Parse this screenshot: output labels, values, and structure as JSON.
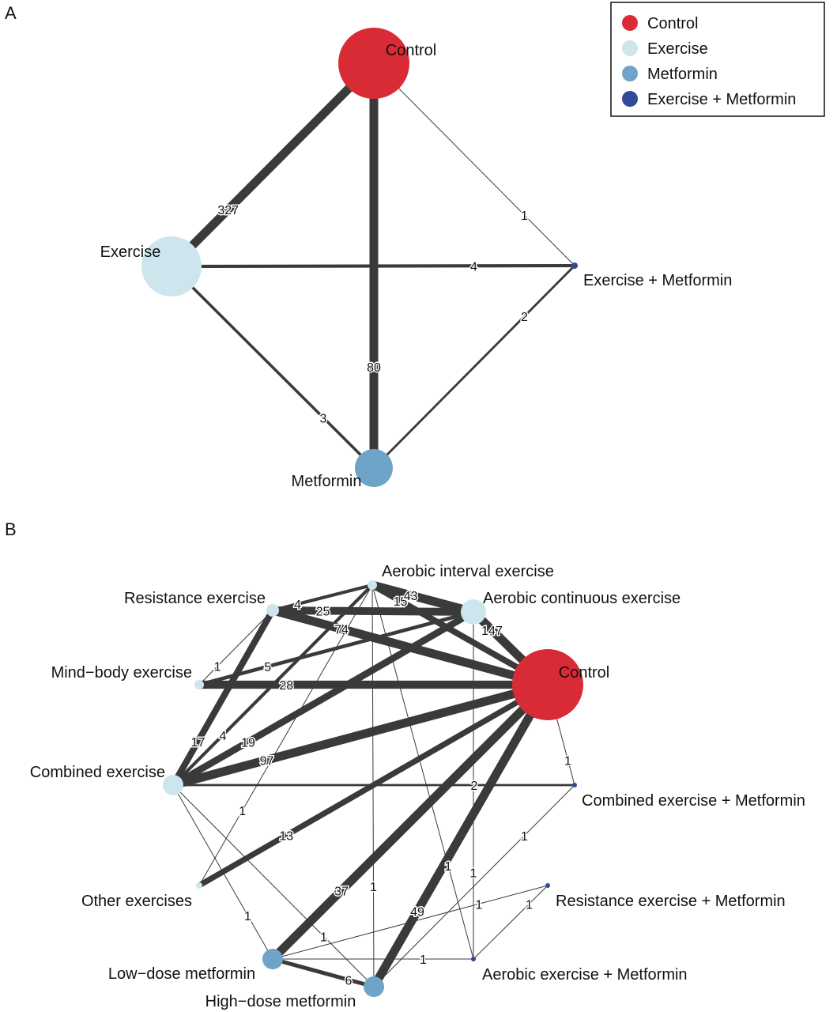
{
  "colors": {
    "control": "#d92b35",
    "exercise": "#cde6ee",
    "metformin": "#6fa3c7",
    "combo": "#2f4a98",
    "edge": "#3a3a3a"
  },
  "legend": [
    {
      "label": "Control",
      "color": "#d92b35"
    },
    {
      "label": "Exercise",
      "color": "#cde6ee"
    },
    {
      "label": "Metformin",
      "color": "#6fa3c7"
    },
    {
      "label": "Exercise + Metformin",
      "color": "#2f4a98"
    }
  ],
  "panels": [
    {
      "letter": "A",
      "nodes": [
        {
          "id": "control",
          "label": "Control",
          "group": "control"
        },
        {
          "id": "exercise",
          "label": "Exercise",
          "group": "exercise"
        },
        {
          "id": "exmet",
          "label": "Exercise + Metformin",
          "group": "combo"
        },
        {
          "id": "metformin",
          "label": "Metformin",
          "group": "metformin"
        }
      ],
      "edges": [
        {
          "from": "control",
          "to": "exercise",
          "value": 327
        },
        {
          "from": "control",
          "to": "metformin",
          "value": 80
        },
        {
          "from": "control",
          "to": "exmet",
          "value": 1
        },
        {
          "from": "exercise",
          "to": "exmet",
          "value": 4
        },
        {
          "from": "exercise",
          "to": "metformin",
          "value": 3
        },
        {
          "from": "metformin",
          "to": "exmet",
          "value": 2
        }
      ]
    },
    {
      "letter": "B",
      "nodes": [
        {
          "id": "aie",
          "label": "Aerobic interval exercise",
          "group": "exercise"
        },
        {
          "id": "ace",
          "label": "Aerobic continuous exercise",
          "group": "exercise"
        },
        {
          "id": "control",
          "label": "Control",
          "group": "control"
        },
        {
          "id": "cem",
          "label": "Combined exercise + Metformin",
          "group": "combo"
        },
        {
          "id": "rem",
          "label": "Resistance exercise + Metformin",
          "group": "combo"
        },
        {
          "id": "aem",
          "label": "Aerobic exercise + Metformin",
          "group": "combo"
        },
        {
          "id": "hdm",
          "label": "High−dose metformin",
          "group": "metformin"
        },
        {
          "id": "ldm",
          "label": "Low−dose metformin",
          "group": "metformin"
        },
        {
          "id": "oth",
          "label": "Other exercises",
          "group": "exercise"
        },
        {
          "id": "ce",
          "label": "Combined exercise",
          "group": "exercise"
        },
        {
          "id": "mbe",
          "label": "Mind−body exercise",
          "group": "exercise"
        },
        {
          "id": "re",
          "label": "Resistance exercise",
          "group": "exercise"
        }
      ],
      "edges": [
        {
          "from": "ace",
          "to": "control",
          "value": 147
        },
        {
          "from": "ce",
          "to": "control",
          "value": 97
        },
        {
          "from": "re",
          "to": "control",
          "value": 74
        },
        {
          "from": "hdm",
          "to": "control",
          "value": 49
        },
        {
          "from": "ldm",
          "to": "control",
          "value": 37
        },
        {
          "from": "mbe",
          "to": "control",
          "value": 28
        },
        {
          "from": "oth",
          "to": "control",
          "value": 13
        },
        {
          "from": "aie",
          "to": "control",
          "value": 15
        },
        {
          "from": "re",
          "to": "ace",
          "value": 25
        },
        {
          "from": "aie",
          "to": "ace",
          "value": 43
        },
        {
          "from": "ce",
          "to": "re",
          "value": 17
        },
        {
          "from": "ce",
          "to": "ace",
          "value": 19
        },
        {
          "from": "ldm",
          "to": "hdm",
          "value": 6
        },
        {
          "from": "re",
          "to": "aie",
          "value": 4
        },
        {
          "from": "ce",
          "to": "aie",
          "value": 4
        },
        {
          "from": "mbe",
          "to": "ace",
          "value": 5
        },
        {
          "from": "mbe",
          "to": "re",
          "value": 1
        },
        {
          "from": "control",
          "to": "cem",
          "value": 1
        },
        {
          "from": "ce",
          "to": "cem",
          "value": 2
        },
        {
          "from": "hdm",
          "to": "cem",
          "value": 1
        },
        {
          "from": "oth",
          "to": "aie",
          "value": 1
        },
        {
          "from": "ce",
          "to": "ldm",
          "value": 1
        },
        {
          "from": "ce",
          "to": "hdm",
          "value": 1
        },
        {
          "from": "ldm",
          "to": "aem",
          "value": 1
        },
        {
          "from": "ldm",
          "to": "rem",
          "value": 1
        },
        {
          "from": "aem",
          "to": "rem",
          "value": 1
        },
        {
          "from": "aie",
          "to": "aem",
          "value": 1
        },
        {
          "from": "ace",
          "to": "aem",
          "value": 1
        },
        {
          "from": "aie",
          "to": "hdm",
          "value": 1
        }
      ]
    }
  ]
}
